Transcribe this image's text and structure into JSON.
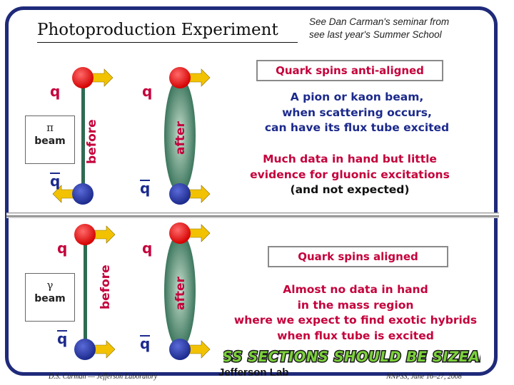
{
  "title": "Photoproduction Experiment",
  "note": {
    "line1": "See Dan Carman's seminar from",
    "line2": "see last year's Summer School"
  },
  "top": {
    "header": "Quark spins anti-aligned",
    "text1": [
      "A pion or kaon beam,",
      "when scattering occurs,",
      "can have its flux tube excited"
    ],
    "text2": [
      "Much data in hand but little",
      "evidence for gluonic excitations"
    ],
    "text3": "(and not expected)",
    "beam_symbol": "π",
    "beam_label": "beam",
    "before": "before",
    "after": "after",
    "q": "q",
    "qbar": "q"
  },
  "bottom": {
    "header": "Quark spins aligned",
    "text": [
      "Almost no data in hand",
      "in the mass region",
      "where we expect to find exotic hybrids",
      "when flux tube is excited"
    ],
    "beam_symbol": "γ",
    "beam_label": "beam",
    "before": "before",
    "after": "after",
    "q": "q",
    "qbar": "q"
  },
  "banner": "GROSS SECTIONS SHOULD BE SIZEABLE!",
  "footer": {
    "left": "D.S. Carman –– Jefferson Laboratory",
    "center": "Jefferson Lab",
    "right": "NNPSS, June 16–27, 2008"
  },
  "colors": {
    "red": "#c4003b",
    "navy": "#1c2a8c",
    "tube": "#2e6b52",
    "frame": "#1f2a7a",
    "banner_green": "#7bd13a"
  }
}
